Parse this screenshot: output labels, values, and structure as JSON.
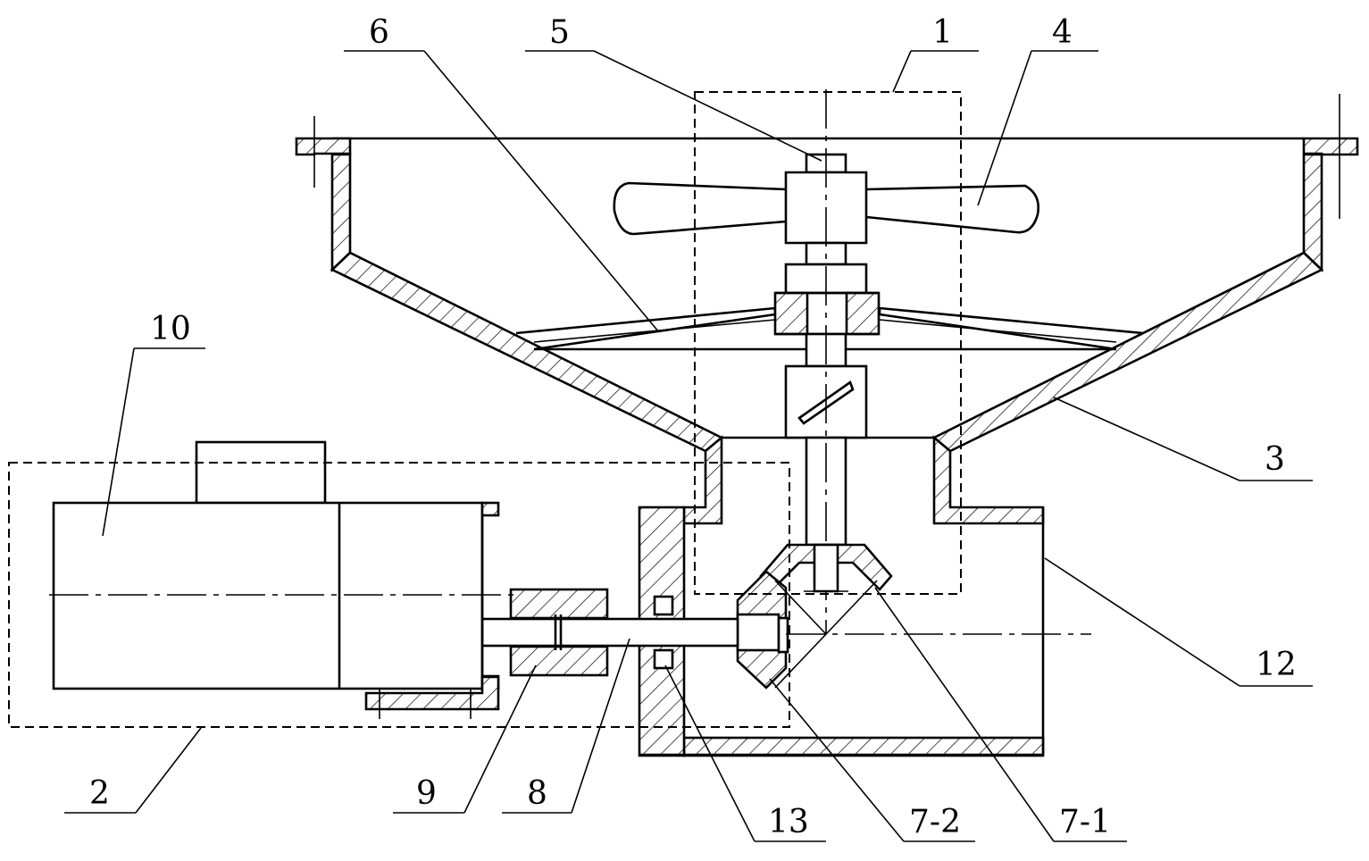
{
  "labels": {
    "l1": "1",
    "l2": "2",
    "l3": "3",
    "l4": "4",
    "l5": "5",
    "l6": "6",
    "l7_1": "7-1",
    "l7_2": "7-2",
    "l8": "8",
    "l9": "9",
    "l10": "10",
    "l12": "12",
    "l13": "13"
  }
}
